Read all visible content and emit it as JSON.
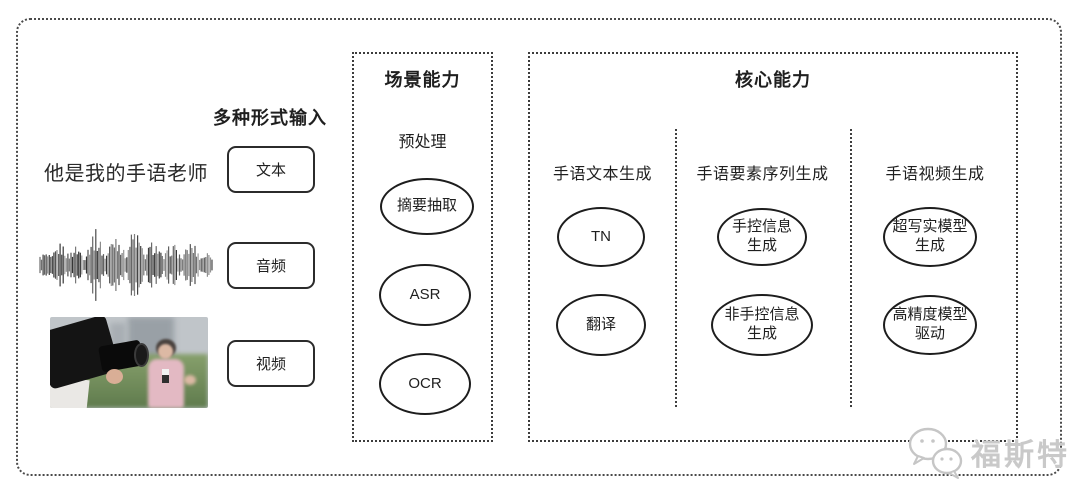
{
  "colors": {
    "ink": "#1f1f1f",
    "box_border": "#2b2b2b",
    "dotted_border": "#3c3c3c",
    "watermark_gray": "#c9c9c9",
    "background": "#ffffff"
  },
  "input_section": {
    "label": "多种形式输入",
    "sample_text": "他是我的手语老师",
    "inputs": [
      {
        "label": "文本"
      },
      {
        "label": "音频"
      },
      {
        "label": "视频"
      }
    ],
    "media": [
      {
        "name": "audio-waveform"
      },
      {
        "name": "reporter-video-still"
      }
    ]
  },
  "scene_box": {
    "title": "场景能力",
    "subtitle": "预处理",
    "nodes": [
      {
        "label": "摘要抽取"
      },
      {
        "label": "ASR"
      },
      {
        "label": "OCR"
      }
    ]
  },
  "core_box": {
    "title": "核心能力",
    "columns": [
      {
        "header": "手语文本生成",
        "nodes": [
          {
            "label": "TN"
          },
          {
            "label": "翻译"
          }
        ]
      },
      {
        "header": "手语要素序列生成",
        "nodes": [
          {
            "label": "手控信息\n生成"
          },
          {
            "label": "非手控信息\n生成"
          }
        ]
      },
      {
        "header": "手语视频生成",
        "nodes": [
          {
            "label": "超写实模型\n生成"
          },
          {
            "label": "高精度模型\n驱动"
          }
        ]
      }
    ]
  },
  "watermark": {
    "icon": "wechat-logo-icon",
    "text": "福斯特"
  }
}
